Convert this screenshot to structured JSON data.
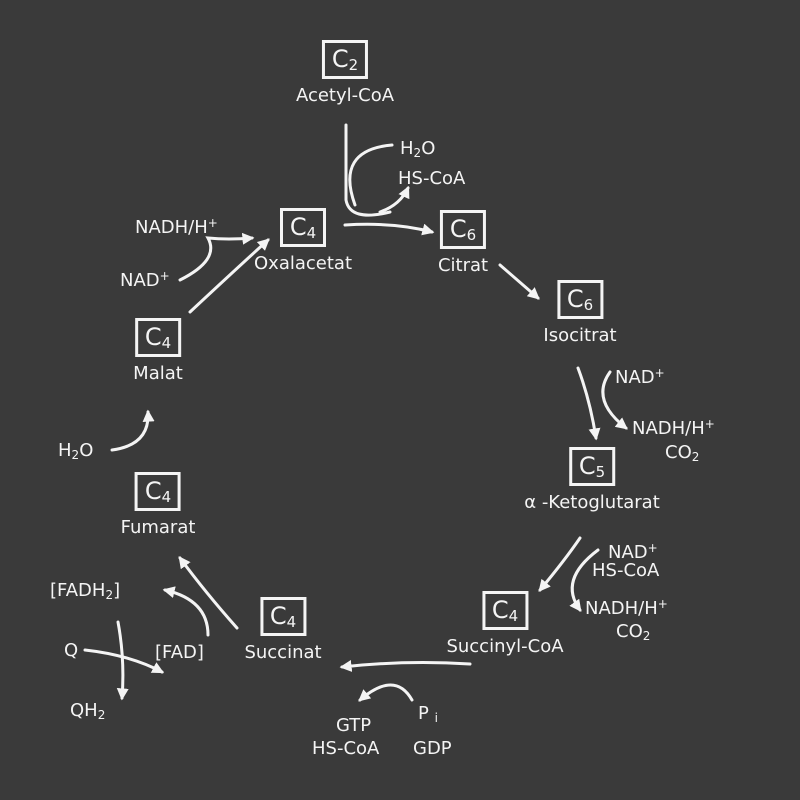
{
  "colors": {
    "background": "#3a3a3a",
    "foreground": "#f4f4f4"
  },
  "nodes": {
    "acetylcoa": {
      "carbon": "C",
      "carbon_sub": "2",
      "name": "Acetyl-CoA"
    },
    "citrat": {
      "carbon": "C",
      "carbon_sub": "6",
      "name": "Citrat"
    },
    "isocitrat": {
      "carbon": "C",
      "carbon_sub": "6",
      "name": "Isocitrat"
    },
    "ketoglutarat": {
      "carbon": "C",
      "carbon_sub": "5",
      "name": "α -Ketoglutarat"
    },
    "succinylcoa": {
      "carbon": "C",
      "carbon_sub": "4",
      "name": "Succinyl-CoA"
    },
    "succinat": {
      "carbon": "C",
      "carbon_sub": "4",
      "name": "Succinat"
    },
    "fumarat": {
      "carbon": "C",
      "carbon_sub": "4",
      "name": "Fumarat"
    },
    "malat": {
      "carbon": "C",
      "carbon_sub": "4",
      "name": "Malat"
    },
    "oxalacetat": {
      "carbon": "C",
      "carbon_sub": "4",
      "name": "Oxalacetat"
    }
  },
  "side": {
    "h2o_1": {
      "main": "H",
      "sub": "2",
      "tail": "O"
    },
    "hscoa_1": "HS-CoA",
    "nad_1": {
      "main": "NAD",
      "sup": "+"
    },
    "nadh_1": {
      "main": "NADH/H",
      "sup": "+"
    },
    "co2_1": {
      "main": "CO",
      "sub": "2"
    },
    "nad_2": {
      "main": "NAD",
      "sup": "+"
    },
    "hscoa_2": "HS-CoA",
    "nadh_2": {
      "main": "NADH/H",
      "sup": "+"
    },
    "co2_2": {
      "main": "CO",
      "sub": "2"
    },
    "pi": {
      "main": "P",
      "sub": "i"
    },
    "gdp": "GDP",
    "gtp": "GTP",
    "hscoa_3": "HS-CoA",
    "fadh2": {
      "open": "[",
      "main": "FADH",
      "sub": "2",
      "close": "]"
    },
    "fad": "[FAD]",
    "q": "Q",
    "qh2": {
      "main": "QH",
      "sub": "2"
    },
    "h2o_2": {
      "main": "H",
      "sub": "2",
      "tail": "O"
    },
    "nad_3": {
      "main": "NAD",
      "sup": "+"
    },
    "nadh_3": {
      "main": "NADH/H",
      "sup": "+"
    }
  }
}
